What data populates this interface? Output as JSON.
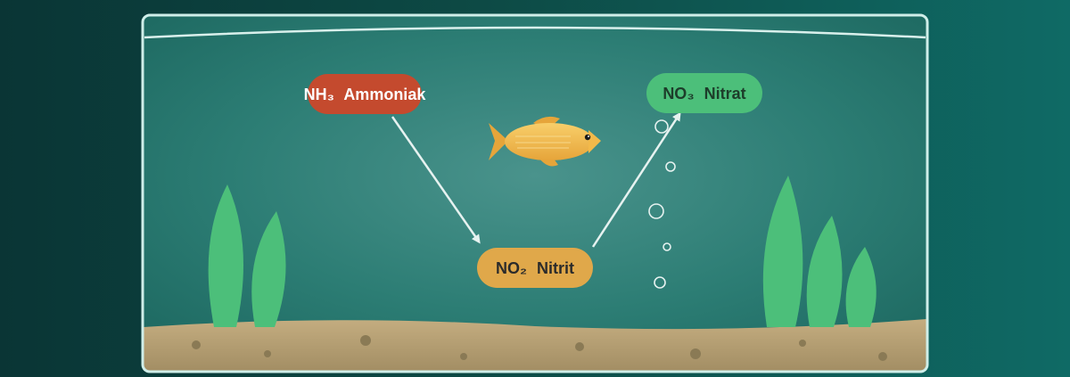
{
  "diagram": {
    "nodes": {
      "ammonia": {
        "formula": "NH₃",
        "name": "Ammoniak",
        "color": "#c44a2e",
        "text_color": "#ffffff"
      },
      "nitrite": {
        "formula": "NO₂",
        "name": "Nitrit",
        "color": "#e0a84a",
        "text_color": "#2b2b2b"
      },
      "nitrate": {
        "formula": "NO₃",
        "name": "Nitrat",
        "color": "#4cbf7a",
        "text_color": "#1d3d2a"
      }
    },
    "flow": [
      "ammonia",
      "nitrite",
      "nitrate"
    ]
  },
  "colors": {
    "water": "#2e8a80",
    "sand": "#b39e73",
    "plant": "#4cbf7a",
    "fish": "#f2b94a",
    "glass": "#cfeee9"
  },
  "icons": [
    "fish-icon",
    "bubble-icon",
    "plant-icon"
  ]
}
